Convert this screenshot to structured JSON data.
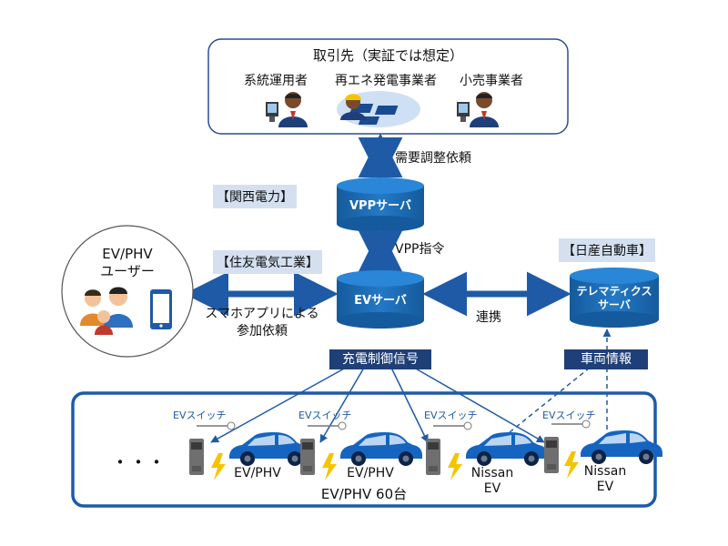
{
  "partners": {
    "title": "取引先（実証では想定）",
    "items": [
      {
        "label": "系統運用者",
        "icon": "operator-at-computer-icon"
      },
      {
        "label": "再エネ発電事業者",
        "icon": "solar-plant-worker-icon"
      },
      {
        "label": "小売事業者",
        "icon": "retailer-at-computer-icon"
      }
    ]
  },
  "arrows": {
    "demand_request": "需要調整依頼",
    "vpp_command": "VPP指令",
    "app_request_line1": "スマホアプリによる",
    "app_request_line2": "参加依頼",
    "linkage": "連携"
  },
  "servers": {
    "vpp": "VPPサーバ",
    "ev": "EVサーバ",
    "telematics_line1": "テレマティクス",
    "telematics_line2": "サーバ"
  },
  "companies": {
    "kansai": "【関西電力】",
    "sumitomo": "【住友電気工業】",
    "nissan": "【日産自動車】"
  },
  "user": {
    "line1": "EV/PHV",
    "line2": "ユーザー"
  },
  "signals": {
    "charge_control": "充電制御信号",
    "vehicle_info": "車両情報"
  },
  "fleet": {
    "ellipsis": "・・・",
    "total": "EV/PHV 60台",
    "switch_label": "EVスイッチ",
    "vehicles": [
      {
        "label1": "EV/PHV",
        "label2": ""
      },
      {
        "label1": "EV/PHV",
        "label2": ""
      },
      {
        "label1": "Nissan",
        "label2": "EV"
      },
      {
        "label1": "Nissan",
        "label2": "EV"
      }
    ]
  },
  "colors": {
    "navy": "#1f3f78",
    "server_blue": "#1d6cb5",
    "box_border": "#2a4d8f",
    "label_bg": "#d4e0f0",
    "car_blue": "#1565c0",
    "bolt_yellow": "#f5c400",
    "arrow_blue": "#1f5aa6"
  }
}
